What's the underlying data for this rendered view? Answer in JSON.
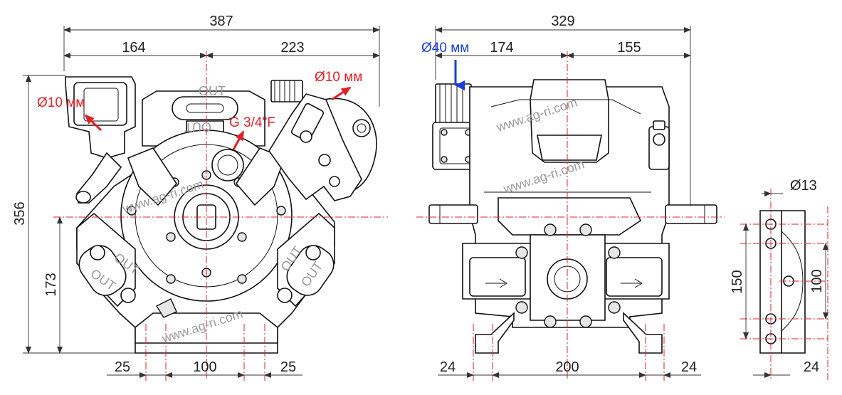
{
  "front": {
    "overall_width": "387",
    "left_width": "164",
    "right_width": "223",
    "height": "356",
    "axis_height": "173",
    "foot_left": "25",
    "foot_spacing": "100",
    "foot_right": "25",
    "outlet_left": "Ø10 мм",
    "outlet_right": "Ø10 мм",
    "pressure_port": "G 3/4\"F",
    "out_label": "OUT"
  },
  "side": {
    "overall_width": "329",
    "inlet": "Ø40 мм",
    "left_width": "174",
    "right_width": "155",
    "foot_left": "24",
    "foot_spacing": "200",
    "foot_right": "24"
  },
  "bracket": {
    "hole": "Ø13",
    "height": "150",
    "hole_spacing": "100",
    "thickness": "24"
  },
  "watermark": "www.ag-ri.com",
  "colors": {
    "annotation_red": "#e0202a",
    "annotation_blue": "#1a3fd6",
    "line": "#111111"
  }
}
